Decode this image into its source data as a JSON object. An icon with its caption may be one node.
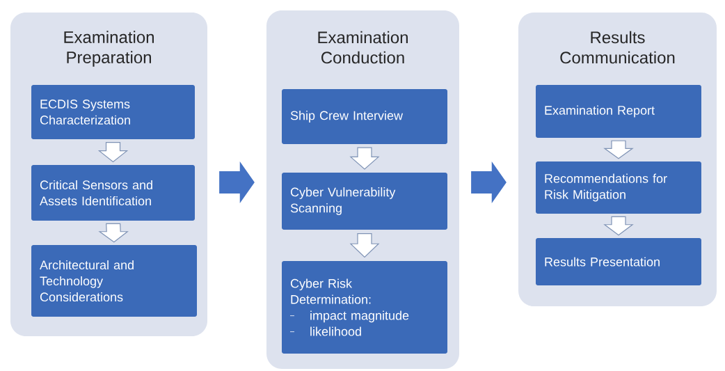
{
  "diagram": {
    "nodes": [
      {
        "text": [
          "Examination Preparation"
        ]
      },
      {
        "text": [
          "ECDIS Systems Characterization"
        ],
        "in": 0
      },
      {
        "text": [
          "Critical Sensors and Assets Identification"
        ],
        "in": 0
      },
      {
        "text": [
          "Architectural and Technology Considerations"
        ],
        "in": 0
      },
      {
        "text": [
          "Examination Conduction"
        ]
      },
      {
        "text": [
          "Ship Crew Interview"
        ],
        "in": 4
      },
      {
        "text": [
          "Cyber Vulnerability Scanning"
        ],
        "in": 4
      },
      {
        "text": [
          "Cyber Risk Determination:",
          "impact magnitude",
          "likelihood"
        ],
        "in": 4
      },
      {
        "text": [
          "Results Communication"
        ]
      },
      {
        "text": [
          "Examination Report"
        ],
        "in": 8
      },
      {
        "text": [
          "Recommendations for Risk Mitigation"
        ],
        "in": 8
      },
      {
        "text": [
          "Results Presentation"
        ],
        "in": 8
      }
    ],
    "edges": [
      {
        "from": 1,
        "to": 2,
        "arrow": "to"
      },
      {
        "from": 2,
        "to": 3,
        "arrow": "to"
      },
      {
        "from": 5,
        "to": 6,
        "arrow": "to"
      },
      {
        "from": 6,
        "to": 7,
        "arrow": "to"
      },
      {
        "from": 9,
        "to": 10,
        "arrow": "to"
      },
      {
        "from": 10,
        "to": 11,
        "arrow": "to"
      },
      {
        "from": 0,
        "to": 4,
        "arrow": "to",
        "style": "thick",
        "color": "#4472c4"
      },
      {
        "from": 4,
        "to": 8,
        "arrow": "to",
        "style": "thick",
        "color": "#4472c4"
      }
    ]
  }
}
